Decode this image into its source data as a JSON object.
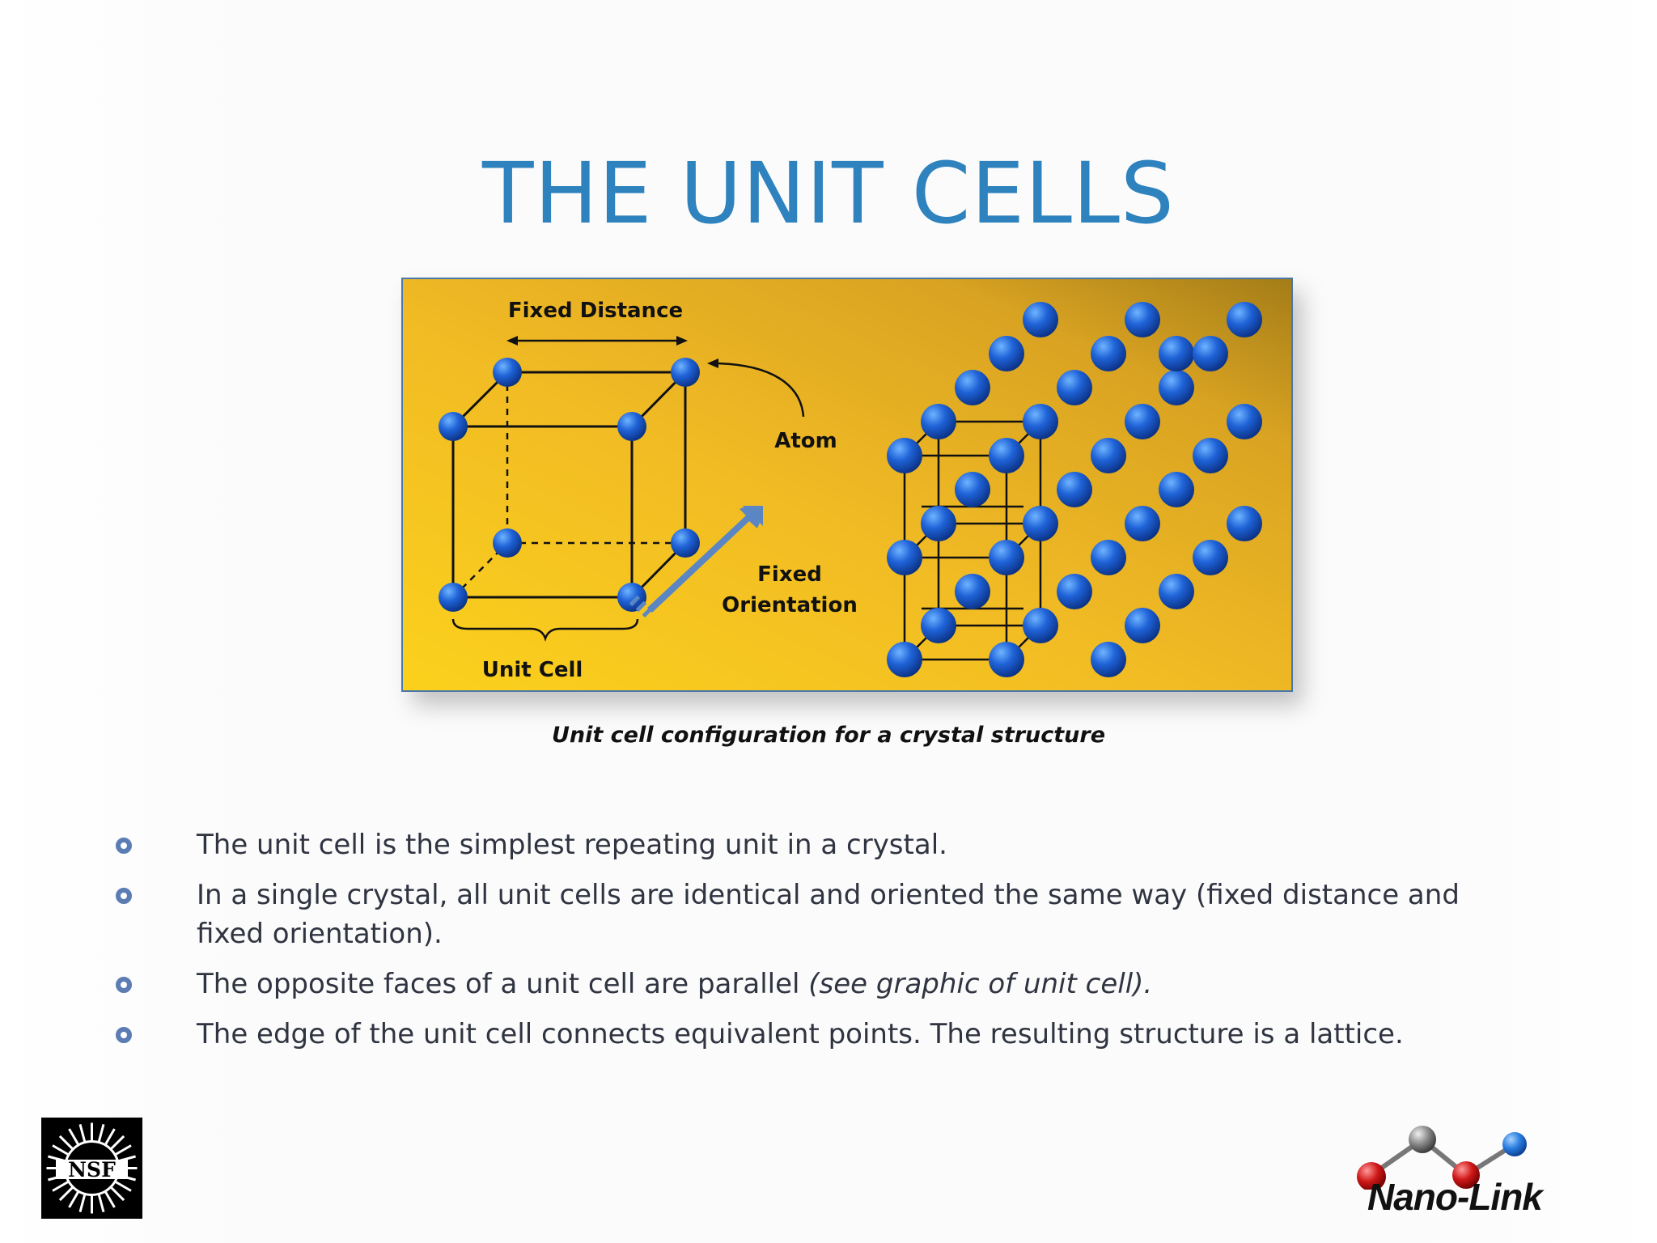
{
  "slide": {
    "title": "THE UNIT CELLS"
  },
  "figure": {
    "labels": {
      "fixed_distance": "Fixed Distance",
      "atom": "Atom",
      "fixed": "Fixed",
      "orientation": "Orientation",
      "unit_cell": "Unit Cell"
    },
    "caption": "Unit cell configuration for a crystal structure",
    "colors": {
      "background_gold": "#f2c020",
      "atom_blue": "#1a5fd0",
      "arrow_blue": "#5b86c4"
    }
  },
  "bullets": [
    {
      "text": "The unit cell is the simplest repeating unit in a crystal."
    },
    {
      "text": "In a single crystal, all unit cells are identical and oriented the same way (fixed distance and fixed orientation)."
    },
    {
      "text": "The opposite faces of a unit cell are parallel ",
      "emphasis": "(see graphic of unit cell)."
    },
    {
      "text": "The edge of the unit cell connects equivalent points.  The resulting structure is a lattice."
    }
  ],
  "logos": {
    "nsf": "NSF",
    "nano_link": "Nano-Link"
  },
  "theme": {
    "title_color": "#2e82bd",
    "bullet_color": "#5b7db3"
  }
}
